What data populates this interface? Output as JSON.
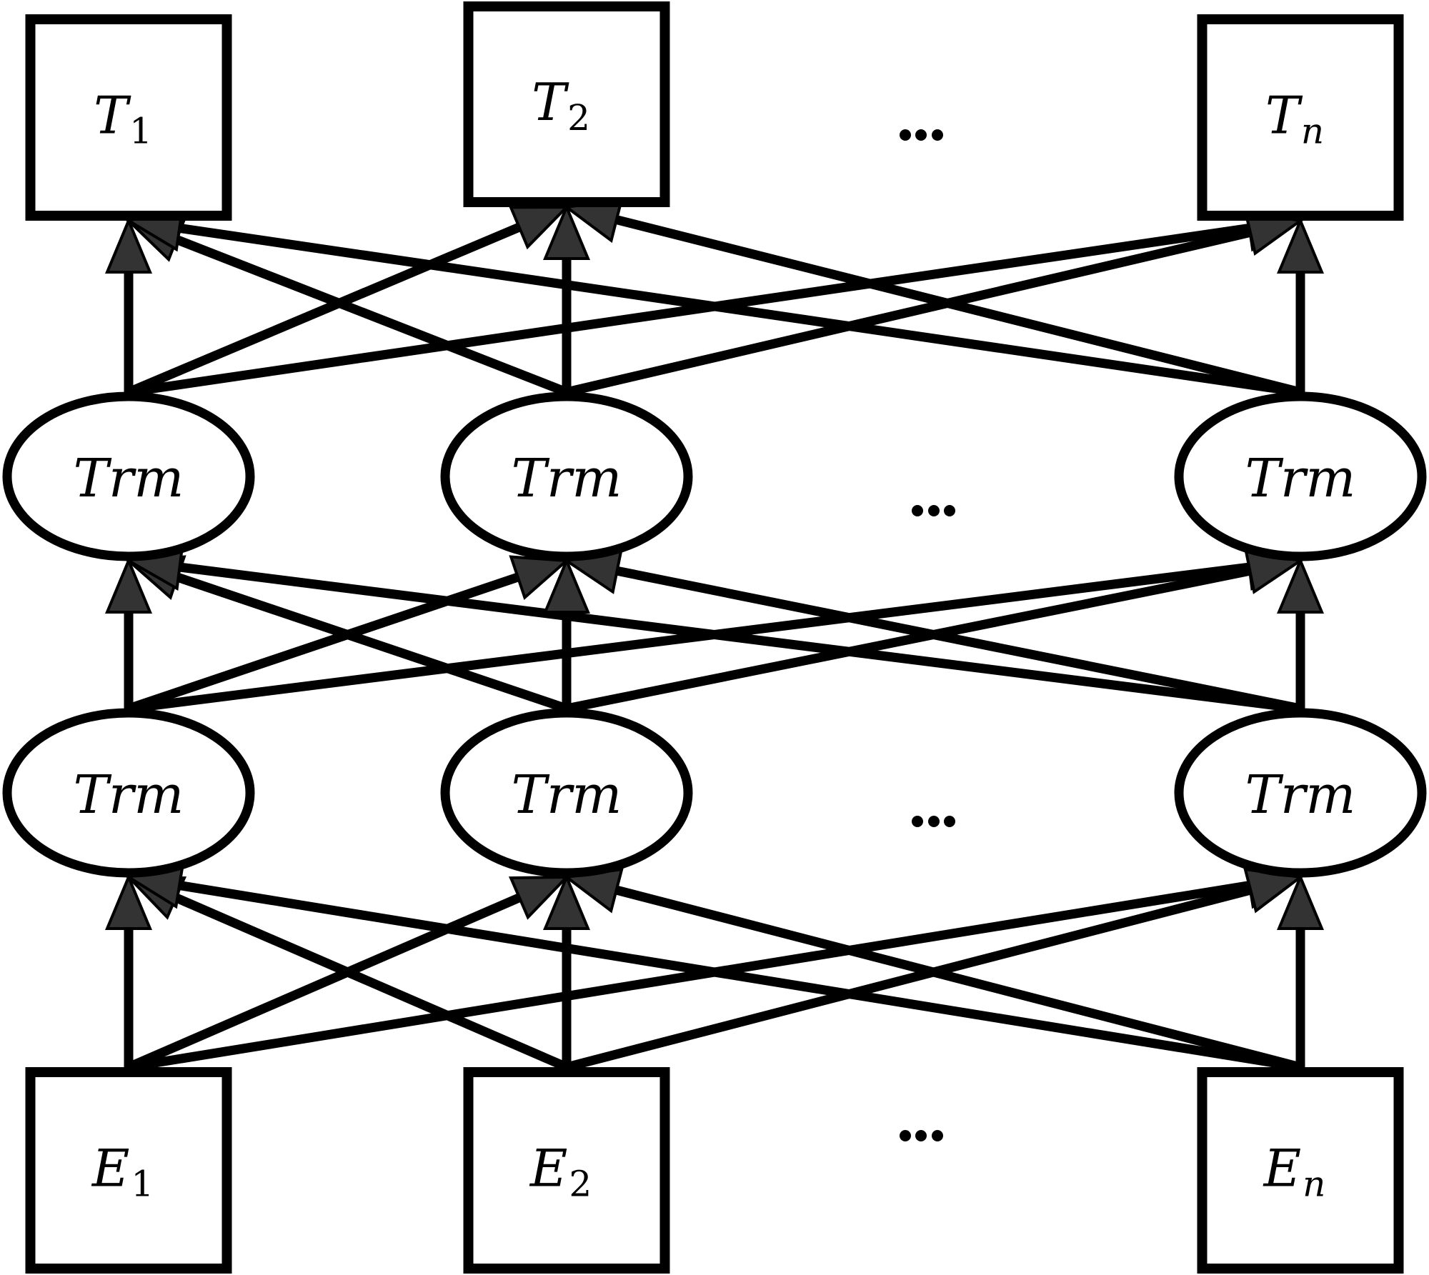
{
  "diagram": {
    "title": "BERT bidirectional Transformer architecture",
    "columns": [
      "1",
      "2",
      "n"
    ],
    "ellipsis": "...",
    "output_layer": {
      "name": "output-tokens",
      "nodes": [
        {
          "id": "T1",
          "label": "T",
          "sub": "1"
        },
        {
          "id": "T2",
          "label": "T",
          "sub": "2"
        },
        {
          "id": "Tn",
          "label": "T",
          "sub": "n"
        }
      ]
    },
    "hidden_layers": [
      {
        "name": "transformer-layer-2",
        "nodes": [
          {
            "id": "L2_1",
            "label": "Trm"
          },
          {
            "id": "L2_2",
            "label": "Trm"
          },
          {
            "id": "L2_n",
            "label": "Trm"
          }
        ]
      },
      {
        "name": "transformer-layer-1",
        "nodes": [
          {
            "id": "L1_1",
            "label": "Trm"
          },
          {
            "id": "L1_2",
            "label": "Trm"
          },
          {
            "id": "L1_n",
            "label": "Trm"
          }
        ]
      }
    ],
    "input_layer": {
      "name": "input-embeddings",
      "nodes": [
        {
          "id": "E1",
          "label": "E",
          "sub": "1"
        },
        {
          "id": "E2",
          "label": "E",
          "sub": "2"
        },
        {
          "id": "En",
          "label": "E",
          "sub": "n"
        }
      ]
    },
    "connectivity": "fully-connected between adjacent layers (each lower node points to every upper node)",
    "colors": {
      "stroke": "#000000",
      "arrowhead_fill": "#333333",
      "background": "#ffffff"
    }
  }
}
